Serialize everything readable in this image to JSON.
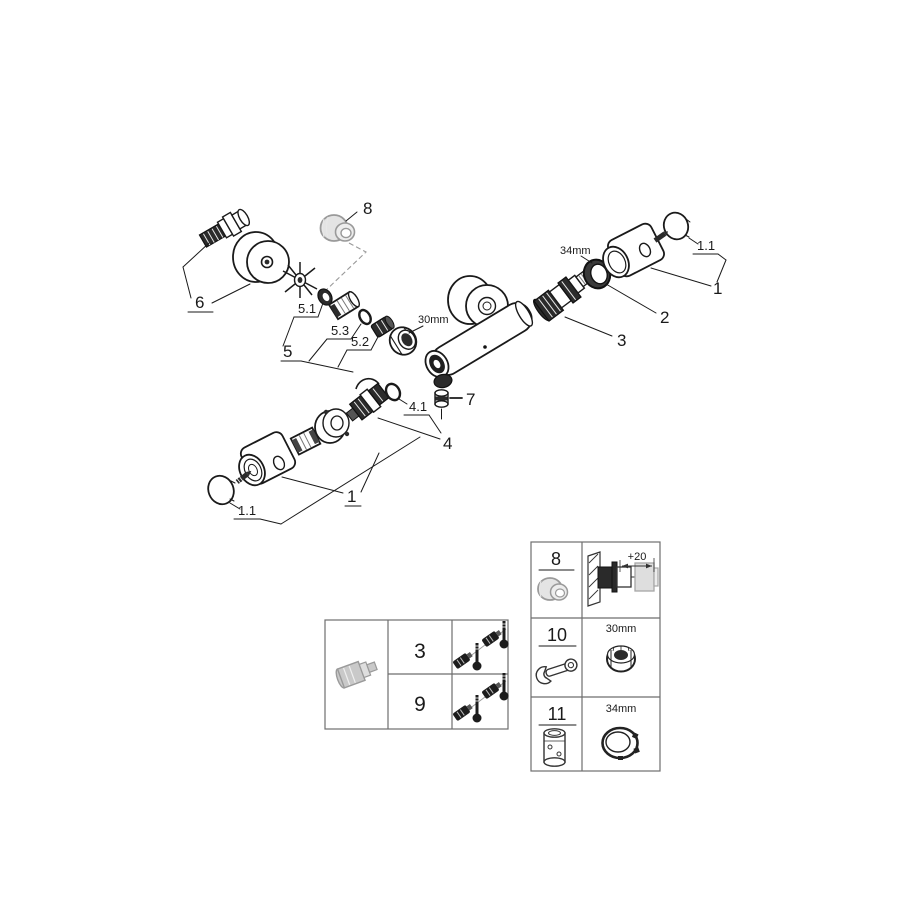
{
  "colors": {
    "line": "#1a1a1a",
    "muted_grey": "#9a9a9a",
    "dark_fill": "#2b2b2b",
    "background": "#ffffff"
  },
  "diagram": {
    "callouts": {
      "part8": "8",
      "part6": "6",
      "part5_1": "5.1",
      "part5_3": "5.3",
      "part5_2": "5.2",
      "part5": "5",
      "nut30": "30mm",
      "ring34": "34mm",
      "part7": "7",
      "part3": "3",
      "part2": "2",
      "part1_top": "1",
      "part1_1_top": "1.1",
      "part4": "4",
      "part4_1": "4.1",
      "part1_bottom": "1",
      "part1_1_bottom": "1.1"
    }
  },
  "screw_table": {
    "rows": [
      {
        "part": "3"
      },
      {
        "part": "9"
      }
    ]
  },
  "tool_table": {
    "rows": [
      {
        "part": "8",
        "note": "+20"
      },
      {
        "part": "10",
        "note": "30mm"
      },
      {
        "part": "11",
        "note": "34mm"
      }
    ]
  }
}
